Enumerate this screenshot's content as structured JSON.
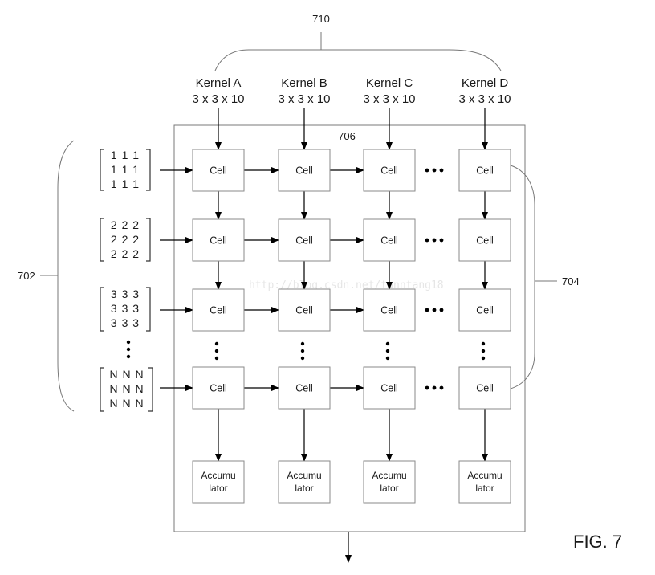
{
  "labels": {
    "top_group": "710",
    "grid": "706",
    "left_group": "702",
    "right_group": "704",
    "figure": "FIG. 7",
    "watermark": "http://blog.csdn.net/tanntang18"
  },
  "kernels": [
    {
      "name": "Kernel A",
      "dims": "3 x 3 x 10"
    },
    {
      "name": "Kernel B",
      "dims": "3 x 3 x 10"
    },
    {
      "name": "Kernel C",
      "dims": "3 x 3 x 10"
    },
    {
      "name": "Kernel D",
      "dims": "3 x 3 x 10"
    }
  ],
  "inputs": [
    {
      "rows": [
        "1 1 1",
        "1 1 1",
        "1 1 1"
      ]
    },
    {
      "rows": [
        "2 2 2",
        "2 2 2",
        "2 2 2"
      ]
    },
    {
      "rows": [
        "3 3 3",
        "3 3 3",
        "3 3 3"
      ]
    },
    {
      "rows": [
        "N N N",
        "N N N",
        "N N N"
      ]
    }
  ],
  "cell_label": "Cell",
  "accumulator": {
    "line1": "Accumu",
    "line2": "lator"
  }
}
